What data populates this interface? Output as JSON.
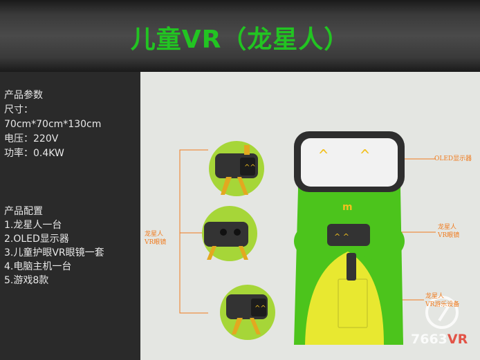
{
  "title": "儿童VR（龙星人）",
  "specs": {
    "heading": "产品参数",
    "size_label": "尺寸：",
    "size_value": "70cm*70cm*130cm",
    "voltage": "电压：220V",
    "power": "功率：0.4KW"
  },
  "config": {
    "heading": "产品配置",
    "items": [
      "1.龙星人一台",
      "2.OLED显示器",
      "3.儿童护眼VR眼镜一套",
      "4.电脑主机一台",
      "5.游戏8款"
    ]
  },
  "callouts": {
    "oled": "OLED显示器",
    "vr_left_1": "龙星人",
    "vr_left_2": "VR眼镜",
    "vr_right_1": "龙星人",
    "vr_right_2": "VR眼镜",
    "game_1": "龙星人",
    "game_2": "VR游乐设备"
  },
  "watermark": {
    "num": "7663",
    "vr": "VR"
  },
  "colors": {
    "title": "#22c422",
    "machine_green": "#4cc41c",
    "machine_yellow": "#e8e830",
    "callout": "#f07b1e",
    "eyes": "#f2c01e"
  }
}
